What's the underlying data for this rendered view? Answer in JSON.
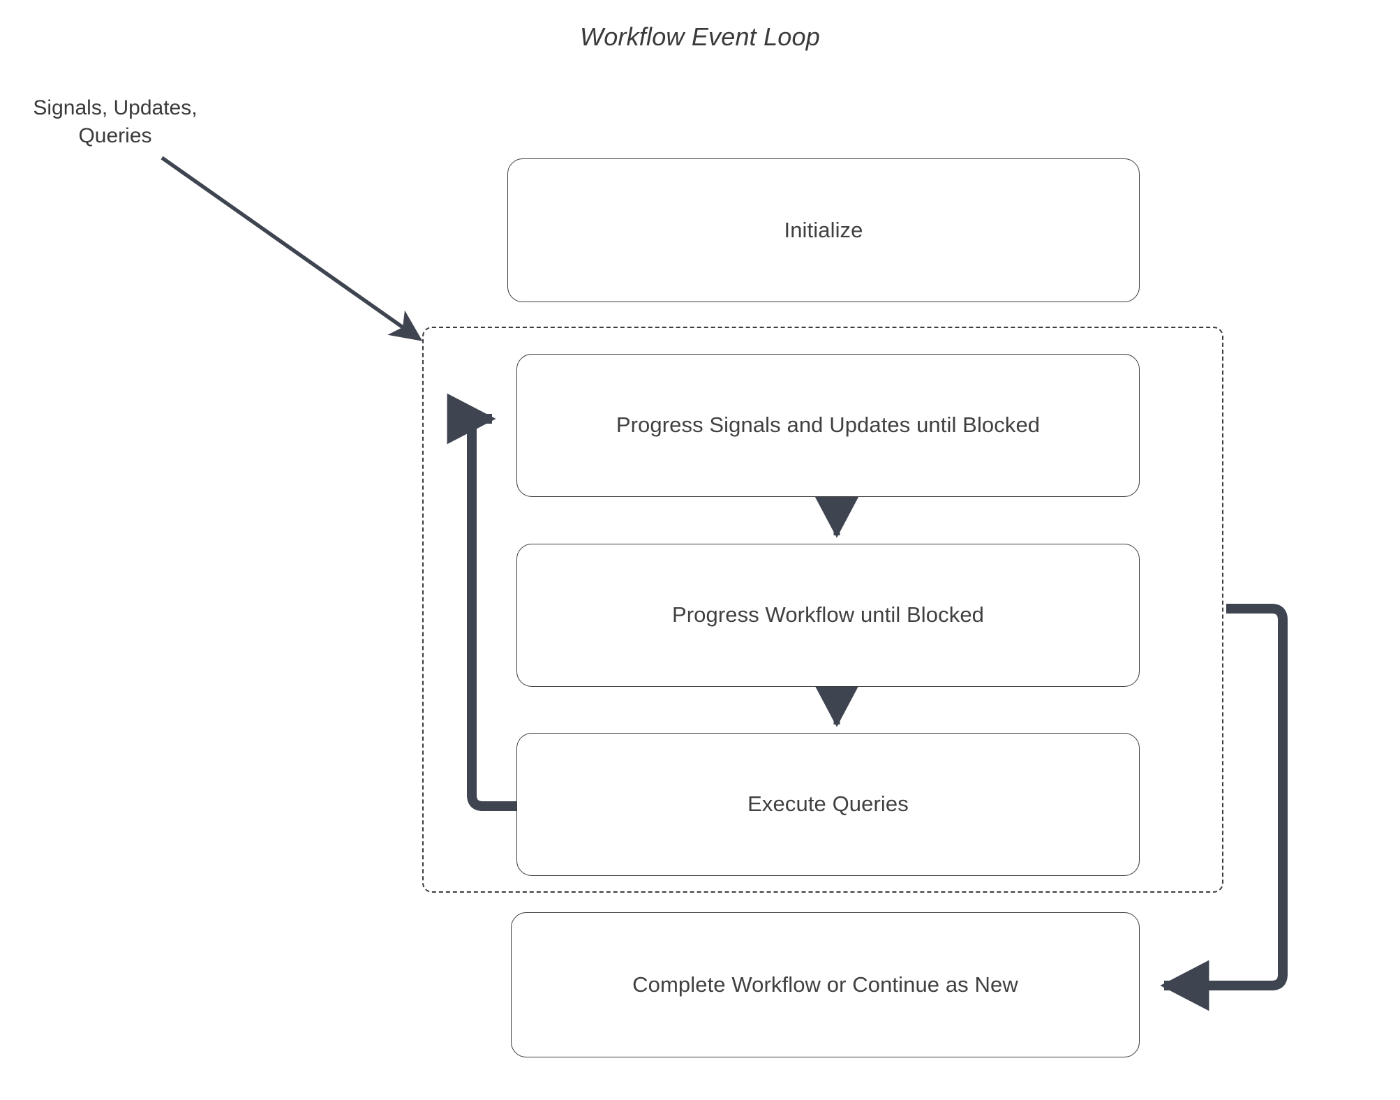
{
  "diagram": {
    "title": "Workflow Event Loop",
    "type": "flowchart",
    "external_input": {
      "label_line1": "Signals, Updates,",
      "label_line2": "Queries",
      "full_label": "Signals, Updates, Queries"
    },
    "nodes": [
      {
        "id": "initialize",
        "label": "Initialize",
        "in_loop": false
      },
      {
        "id": "progress-signals",
        "label": "Progress Signals and Updates until Blocked",
        "in_loop": true
      },
      {
        "id": "progress-workflow",
        "label": "Progress Workflow until Blocked",
        "in_loop": true
      },
      {
        "id": "execute-queries",
        "label": "Execute Queries",
        "in_loop": true
      },
      {
        "id": "complete",
        "label": "Complete Workflow or Continue as New",
        "in_loop": false
      }
    ],
    "loop_container": {
      "style": "dashed",
      "label": ""
    },
    "edges": [
      {
        "id": "external-to-loop",
        "from": "external-input",
        "to": "loop-container",
        "style": "thin-diagonal",
        "label": ""
      },
      {
        "id": "signals-to-workflow",
        "from": "progress-signals",
        "to": "progress-workflow",
        "style": "thin-vertical",
        "label": ""
      },
      {
        "id": "workflow-to-queries",
        "from": "progress-workflow",
        "to": "execute-queries",
        "style": "thin-vertical",
        "label": ""
      },
      {
        "id": "queries-back-to-signals",
        "from": "execute-queries",
        "to": "progress-signals",
        "style": "thick-loopback",
        "label": ""
      },
      {
        "id": "loop-to-complete",
        "from": "loop-container",
        "to": "complete",
        "style": "thick-exit",
        "label": ""
      }
    ],
    "colors": {
      "background": "#ffffff",
      "node_border": "#3c3c3c",
      "node_fill": "#ffffff",
      "text": "#3a3a3a",
      "thin_edge": "#3e4450",
      "thick_edge": "#3e4450",
      "dashed_border": "#3c3c3c"
    }
  }
}
